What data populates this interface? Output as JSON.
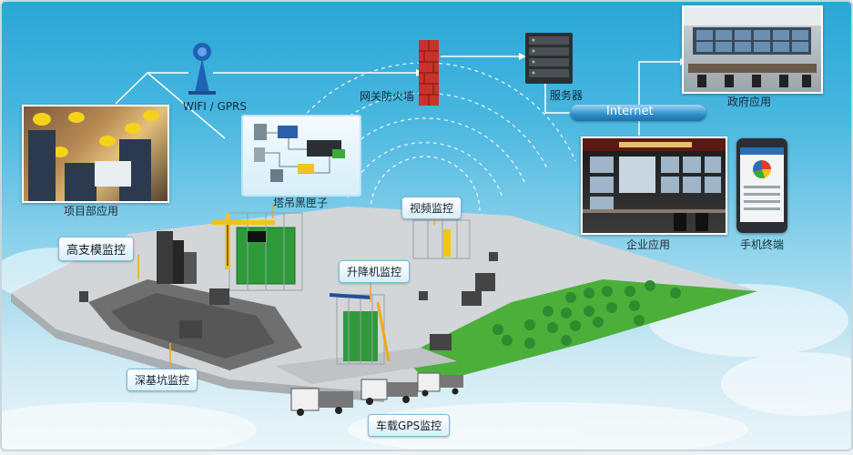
{
  "labels": {
    "wifi": "WIFI / GPRS",
    "firewall": "网关防火墙",
    "server": "服务器",
    "internet": "Internet",
    "government": "政府应用",
    "project_dept": "项目部应用",
    "crane_blackbox": "塔吊黑匣子",
    "enterprise": "企业应用",
    "mobile": "手机终端",
    "video": "视频监控",
    "high_formwork": "高支模监控",
    "hoist": "升降机监控",
    "foundation_pit": "深基坑监控",
    "vehicle_gps": "车载GPS监控"
  },
  "colors": {
    "sky_top": "#2aa7d6",
    "ground": "#cfd3d6",
    "grass": "#4caf3a",
    "crane_yellow": "#f2c31b",
    "firewall_red": "#c8322b"
  }
}
